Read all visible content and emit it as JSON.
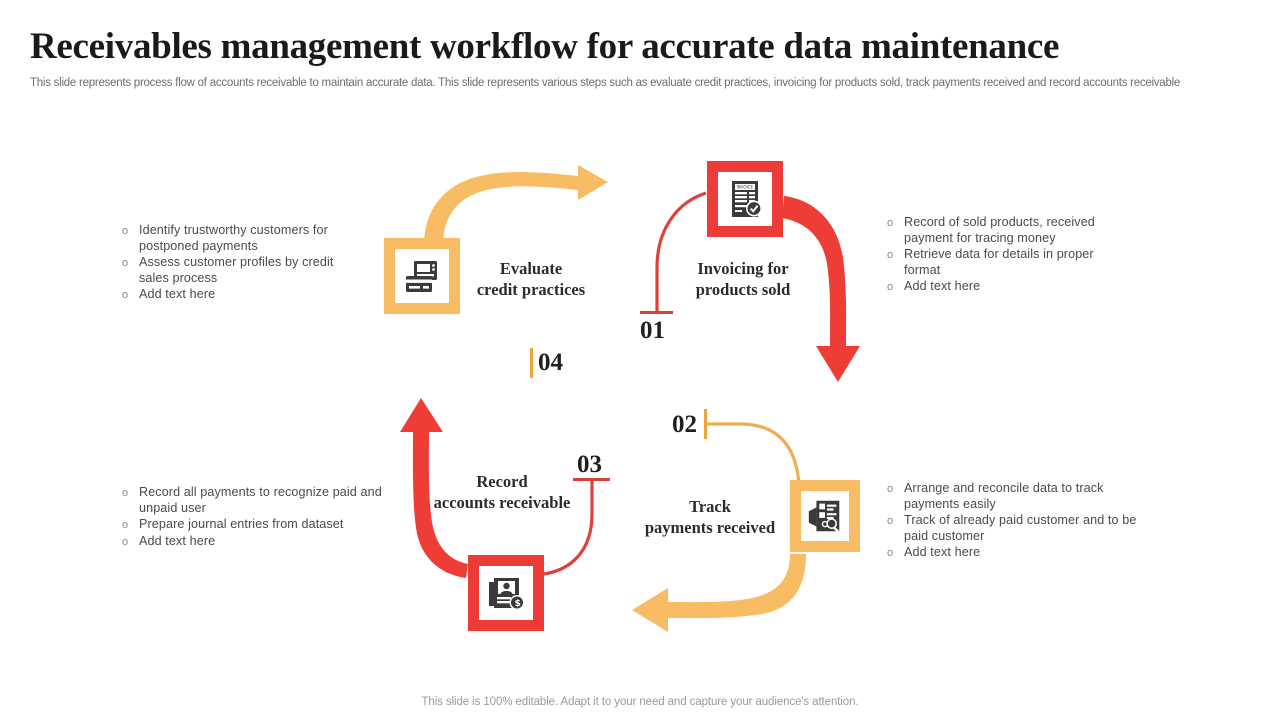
{
  "header": {
    "title": "Receivables management workflow for accurate data maintenance",
    "subtitle": "This slide represents process flow of accounts receivable to maintain accurate data. This slide represents various steps such as evaluate credit practices, invoicing for products sold, track payments received and record accounts receivable"
  },
  "colors": {
    "red": "#EC3C37",
    "orange": "#F8BD64",
    "red_thin": "#CF4338",
    "orange_thin": "#EBA63E",
    "text_dark": "#2b2b2b",
    "text_body": "#4a4a4a",
    "text_muted": "#9a9a9a"
  },
  "steps": [
    {
      "number": "01",
      "label_line1": "Invoicing  for",
      "label_line2": "products  sold",
      "icon": "invoice-check-icon",
      "color": "#EC3C37",
      "bullets": [
        "Record of sold products, received payment for tracing money",
        "Retrieve  data for  details in  proper  format",
        "Add text here"
      ]
    },
    {
      "number": "02",
      "label_line1": "Track",
      "label_line2": "payments received",
      "icon": "report-search-icon",
      "color": "#F8BD64",
      "bullets": [
        "Arrange  and reconcile  data to track payments easily",
        "Track of already paid customer and to be paid customer",
        "Add text here"
      ]
    },
    {
      "number": "03",
      "label_line1": "Record",
      "label_line2": "accounts receivable",
      "icon": "customer-account-dollar-icon",
      "color": "#EC3C37",
      "bullets": [
        "Record all payments to recognize paid and unpaid user",
        "Prepare  journal entries from dataset",
        "Add text here"
      ]
    },
    {
      "number": "04",
      "label_line1": "Evaluate",
      "label_line2": "credit practices",
      "icon": "credit-card-terminal-icon",
      "color": "#F8BD64",
      "bullets": [
        "Identify trustworthy  customers for postponed  payments",
        "Assess customer profiles  by credit sales process",
        "Add text here"
      ]
    }
  ],
  "bullet_marker": "o",
  "footer": {
    "note": "This slide is 100% editable. Adapt it to your need and capture your audience's attention."
  }
}
